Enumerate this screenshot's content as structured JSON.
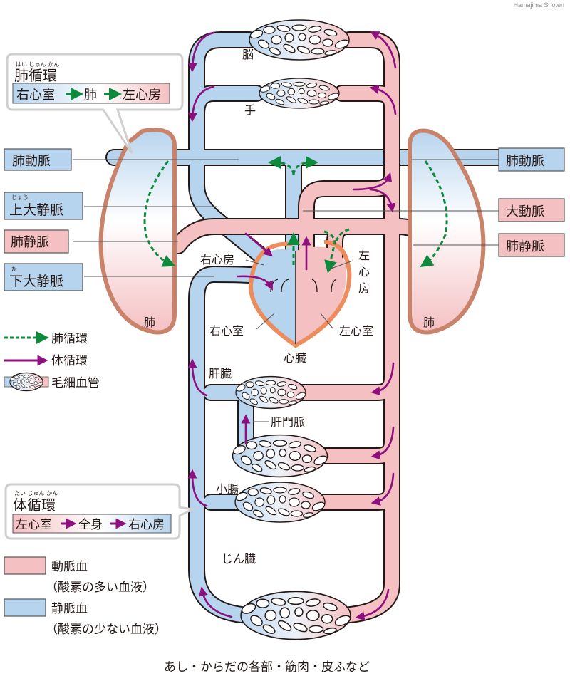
{
  "credit": "Hamajima Shoten",
  "colors": {
    "artery_fill": "#f4c0c2",
    "vein_fill": "#b7d4ee",
    "vessel_stroke": "#231815",
    "heart_wall": "#ed8c5c",
    "lung_wall": "#c9836b",
    "pulmonary_arrow": "#0e8a3c",
    "systemic_arrow": "#8e0f7e",
    "callout_border": "#cfcfcf",
    "leader_line": "#555555"
  },
  "pulmonary_callout": {
    "ruby": "はい じゅん かん",
    "title": "肺循環",
    "flow": [
      "右心室",
      "肺",
      "左心房"
    ]
  },
  "systemic_callout": {
    "ruby": "たい じゅん かん",
    "title": "体循環",
    "flow": [
      "左心室",
      "全身",
      "右心房"
    ]
  },
  "left_labels": {
    "pulmonary_artery": "肺動脈",
    "superior_vena_cava": {
      "ruby": "じょう",
      "text": "上大静脈"
    },
    "pulmonary_vein": "肺静脈",
    "inferior_vena_cava": {
      "ruby": "か",
      "text": "下大静脈"
    }
  },
  "right_labels": {
    "pulmonary_artery": "肺動脈",
    "aorta": "大動脈",
    "pulmonary_vein": "肺静脈"
  },
  "legend": {
    "pulmonary": "肺循環",
    "systemic": "体循環",
    "capillary": "毛細血管",
    "arterial_blood": "動脈血",
    "arterial_note": "（酸素の多い血液）",
    "venous_blood": "静脈血",
    "venous_note": "（酸素の少ない血液）"
  },
  "organs": {
    "brain": "脳",
    "hand": "手",
    "lung_left": "肺",
    "lung_right": "肺",
    "heart": "心臓",
    "right_atrium": "右心房",
    "left_atrium": [
      "左",
      "心",
      "房"
    ],
    "right_ventricle": "右心室",
    "left_ventricle": "左心室",
    "liver": "肝臓",
    "portal_vein": "肝門脈",
    "small_intestine": "小腸",
    "kidney": "じん臓",
    "body_parts": "あし・からだの各部・筋肉・皮ふなど"
  }
}
